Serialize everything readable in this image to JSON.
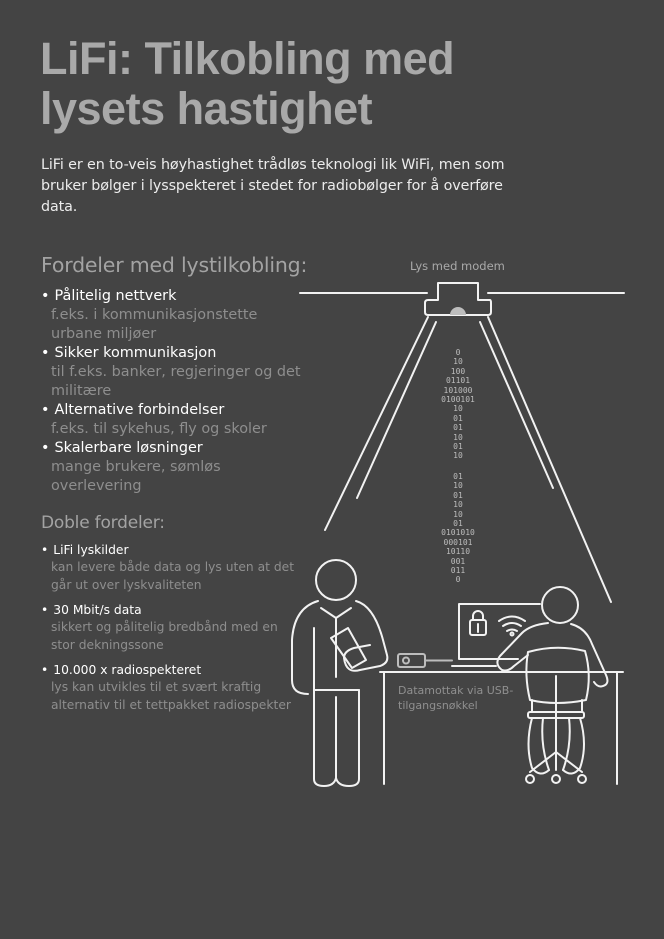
{
  "title": {
    "line1": "LiFi: Tilkobling med",
    "line2": "lysets hastighet"
  },
  "intro": "LiFi er en to-veis høyhastighet trådløs teknologi lik WiFi, men som bruker bølger i lysspekteret i stedet for radiobølger for å overføre data.",
  "benefits": {
    "heading": "Fordeler med lystilkobling:",
    "items": [
      {
        "title": "Pålitelig nettverk",
        "desc": "f.eks. i kommunikasjonstette urbane miljøer"
      },
      {
        "title": "Sikker kommunikasjon",
        "desc": "til f.eks. banker, regjeringer og det militære"
      },
      {
        "title": "Alternative forbindelser",
        "desc": "f.eks. til sykehus, fly og skoler"
      },
      {
        "title": "Skalerbare løsninger",
        "desc": "mange brukere, sømløs overlevering"
      }
    ]
  },
  "double_benefits": {
    "heading": "Doble fordeler:",
    "items": [
      {
        "title": "LiFi lyskilder",
        "desc": "kan levere både data og lys uten at det går ut over lyskvaliteten"
      },
      {
        "title": "30 Mbit/s data",
        "desc": "sikkert og pålitelig bredbånd med en stor dekningssone"
      },
      {
        "title": "10.000 x radiospekteret",
        "desc": "lys kan utvikles til et svært kraftig alternativ til et tettpakket radiospekter"
      }
    ]
  },
  "illustration": {
    "lamp_label": "Lys med modem",
    "usb_label_line1": "Datamottak via USB-",
    "usb_label_line2": "tilgangsnøkkel",
    "uplink_bits": "0\n10\n100\n01101\n101000\n0100101\n10\n01\n01\n10\n01\n10",
    "downlink_bits": "01\n10\n01\n10\n10\n01\n0101010\n000101\n10110\n001\n011\n0",
    "icons": [
      "ceiling-lamp-icon",
      "lock-icon",
      "wifi-icon",
      "usb-dongle-icon",
      "standing-person-icon",
      "seated-person-icon"
    ]
  },
  "colors": {
    "background": "#444444",
    "title": "#a9a9a9",
    "text_primary": "#ffffff",
    "text_secondary": "#8e8e8e",
    "line": "#f2f2f2"
  }
}
